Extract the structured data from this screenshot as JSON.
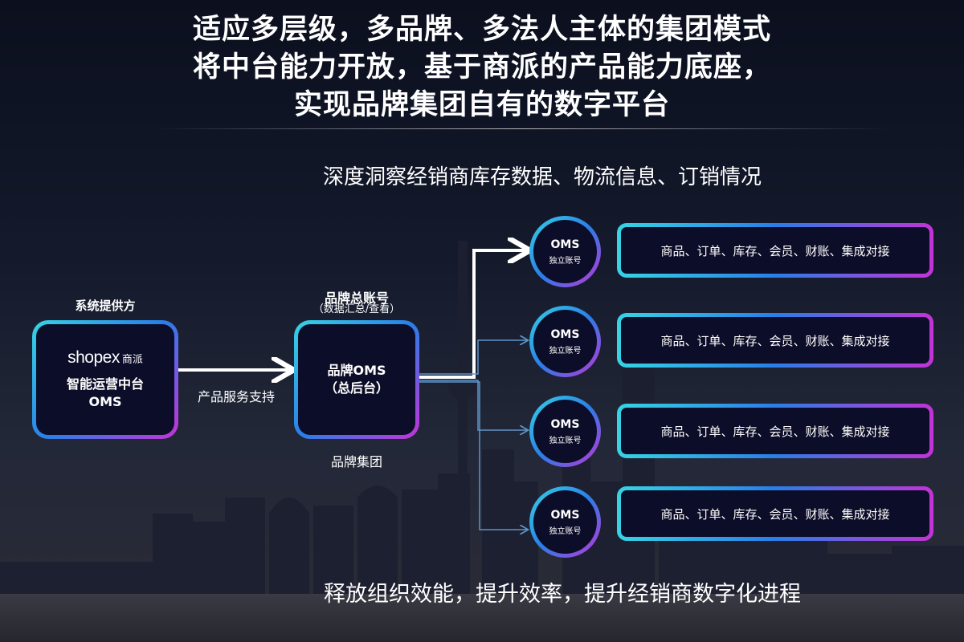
{
  "title": {
    "line1": "适应多层级，多品牌、多法人主体的集团模式",
    "line2": "将中台能力开放，基于商派的产品能力底座，",
    "line3": "实现品牌集团自有的数字平台"
  },
  "subtitle": "深度洞察经销商库存数据、物流信息、订销情况",
  "provider": {
    "label": "系统提供方",
    "logo_text": "shopex",
    "logo_cn": "商派",
    "name": "智能运营中台",
    "product": "OMS"
  },
  "support_label": "产品服务支持",
  "brand": {
    "label": "品牌总账号",
    "note": "（数据汇总/查看）",
    "name": "品牌OMS",
    "sub": "（总后台）",
    "group_label": "品牌集团"
  },
  "nodes": [
    {
      "title": "OMS",
      "sub": "独立账号",
      "capability": "商品、订单、库存、会员、财账、集成对接"
    },
    {
      "title": "OMS",
      "sub": "独立账号",
      "capability": "商品、订单、库存、会员、财账、集成对接"
    },
    {
      "title": "OMS",
      "sub": "独立账号",
      "capability": "商品、订单、库存、会员、财账、集成对接"
    },
    {
      "title": "OMS",
      "sub": "独立账号",
      "capability": "商品、订单、库存、会员、财账、集成对接"
    }
  ],
  "footer": "释放组织效能，提升效率，提升经销商数字化进程"
}
